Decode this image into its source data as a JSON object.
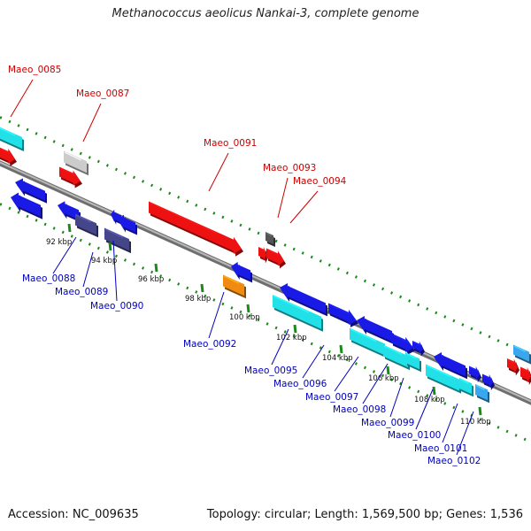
{
  "title": "Methanococcus aeolicus Nankai-3, complete genome",
  "footer": {
    "accession": "Accession: NC_009635",
    "summary": "Topology: circular; Length: 1,569,500 bp; Genes: 1,536"
  },
  "colors": {
    "backbone": "#8a8a8a",
    "dots": "#1a8a1a",
    "red": "#ee1111",
    "blue": "#1a1ae6",
    "navy": "#45458a",
    "cyan": "#22e0e8",
    "lightblue": "#3aa6ee",
    "gray": "#cccccc",
    "darkgray": "#555555",
    "orange": "#f08a10"
  },
  "ticks": [
    {
      "label": "92 kbp"
    },
    {
      "label": "94 kbp"
    },
    {
      "label": "96 kbp"
    },
    {
      "label": "98 kbp"
    },
    {
      "label": "100 kbp"
    },
    {
      "label": "102 kbp"
    },
    {
      "label": "104 kbp"
    },
    {
      "label": "106 kbp"
    },
    {
      "label": "108 kbp"
    },
    {
      "label": "110 kbp"
    }
  ],
  "top_labels": [
    "Maeo_0085",
    "Maeo_0087",
    "Maeo_0091",
    "Maeo_0093",
    "Maeo_0094"
  ],
  "bottom_labels": [
    "Maeo_0088",
    "Maeo_0089",
    "Maeo_0090",
    "Maeo_0092",
    "Maeo_0095",
    "Maeo_0096",
    "Maeo_0097",
    "Maeo_0098",
    "Maeo_0099",
    "Maeo_0100",
    "Maeo_0101",
    "Maeo_0102"
  ]
}
